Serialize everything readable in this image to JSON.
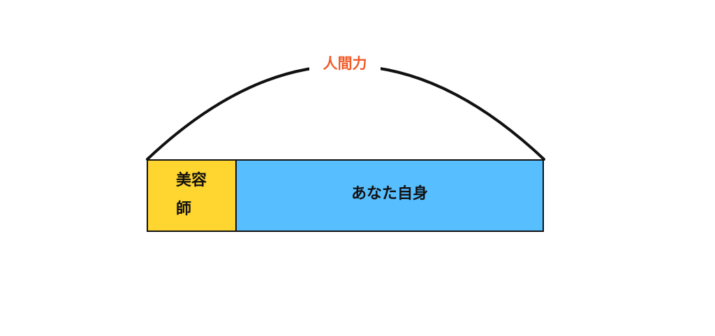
{
  "diagram": {
    "arc_label": "人間力",
    "boxes": {
      "left": {
        "line1": "美容",
        "line2": "師"
      },
      "right": {
        "label": "あなた自身"
      }
    }
  },
  "colors": {
    "arc_label": "#F05A28",
    "left_box": "#FFD530",
    "right_box": "#57BEFF",
    "stroke": "#111111"
  }
}
